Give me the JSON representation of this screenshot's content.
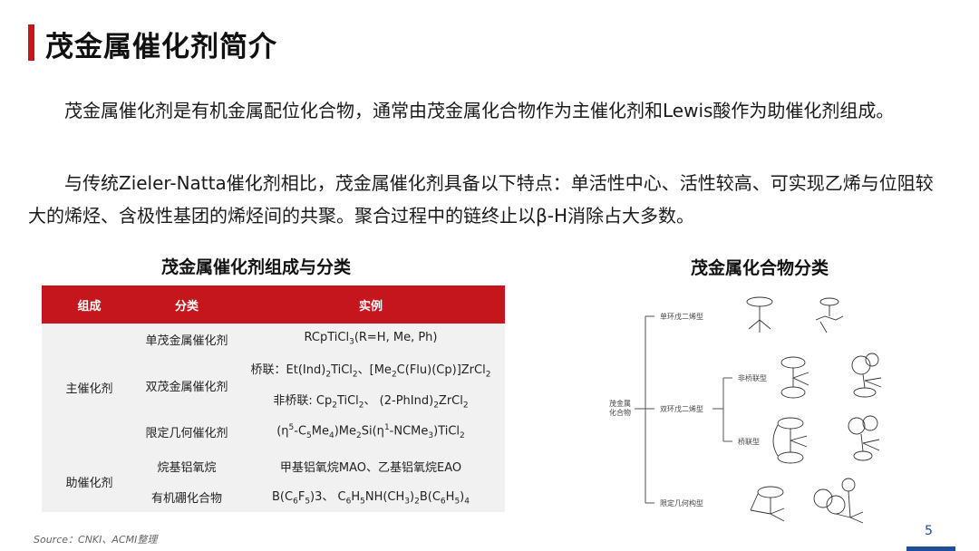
{
  "title": "茂金属催化剂简介",
  "intro": {
    "p1": "茂金属催化剂是有机金属配位化合物，通常由茂金属化合物作为主催化剂和Lewis酸作为助催化剂组成。",
    "p2": "与传统Zieler-Natta催化剂相比，茂金属催化剂具备以下特点：单活性中心、活性较高、可实现乙烯与位阻较大的烯烃、含极性基团的烯烃间的共聚。聚合过程中的链终止以β-H消除占大多数。"
  },
  "table": {
    "title": "茂金属催化剂组成与分类",
    "headers": [
      "组成",
      "分类",
      "实例"
    ],
    "main_group": "主催化剂",
    "co_group": "助催化剂",
    "rows": [
      {
        "category": "单茂金属催化剂",
        "example": "RCpTiCl3(R=H, Me, Ph)"
      },
      {
        "category": "双茂金属催化剂",
        "example_bridged": "桥联：Et(Ind)2TiCl2、[Me2C(Flu)(Cp)]ZrCl2",
        "example_nonbridged": "非桥联: Cp2TiCl2、 (2-PhInd)2ZrCl2"
      },
      {
        "category": "限定几何催化剂",
        "example": "(η5-C5Me4)Me2Si(η1-NCMe3)TiCl2"
      },
      {
        "category": "烷基铝氧烷",
        "example": "甲基铝氧烷MAO、乙基铝氧烷EAO"
      },
      {
        "category": "有机硼化合物",
        "example": "B(C6F5)3、 C6H5NH(CH3)2B(C6H5)4"
      }
    ]
  },
  "diagram": {
    "title": "茂金属化合物分类",
    "root": "茂金属化合物",
    "branches": [
      "单环戊二烯型",
      "双环戊二烯型",
      "限定几何构型"
    ],
    "sub_branches": [
      "非桥联型",
      "桥联型"
    ]
  },
  "source": "Source：CNKI、ACMI整理",
  "page_number": "5",
  "colors": {
    "accent": "#c4161c",
    "page_bar": "#1f4e9a"
  }
}
